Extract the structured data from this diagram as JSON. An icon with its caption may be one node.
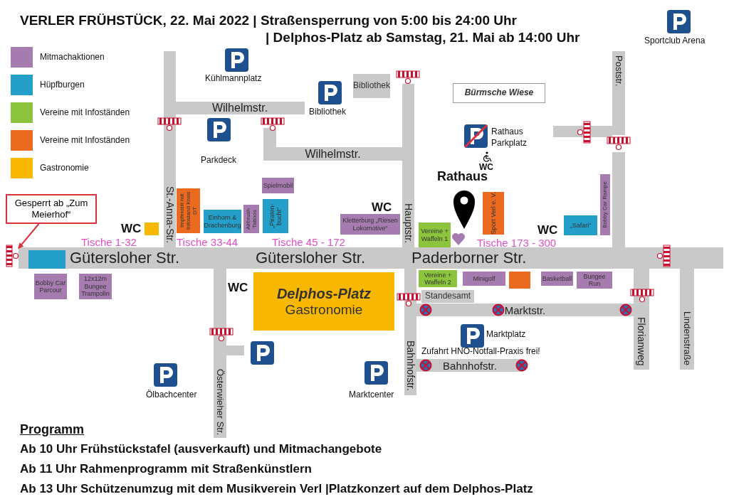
{
  "diagram": {
    "title": "VERLER FRÜHSTÜCK, 22. Mai 2022 | Straßensperrung von 5:00 bis 24:00 Uhr",
    "nodes": [
      {
        "text": [
          "Gesperrt ab „Zum Meierhof“"
        ]
      },
      {
        "text": [],
        "shape": "barrier"
      },
      {
        "text": [
          "Gütersloher Str."
        ]
      },
      {
        "text": [
          "Gütersloher Str."
        ]
      },
      {
        "text": [
          "Paderborner Str."
        ]
      },
      {
        "text": [
          "St.-Anna-Str."
        ]
      },
      {
        "text": [
          "Wilhelmstr."
        ]
      },
      {
        "text": [
          "Wilhelmstr."
        ]
      },
      {
        "text": [
          "Hauptstr."
        ]
      },
      {
        "text": [
          "Poststr."
        ]
      },
      {
        "text": [
          "Österwieher Str."
        ]
      },
      {
        "text": [
          "Bahnhofstr."
        ]
      },
      {
        "text": [
          "Marktstr."
        ]
      },
      {
        "text": [
          "Bahnhofstr."
        ]
      },
      {
        "text": [
          "Florianweg"
        ]
      },
      {
        "text": [
          "Lindenstraße"
        ]
      },
      {
        "text": [
          "Bürmsche Wiese"
        ]
      },
      {
        "text": [
          "Bibliothek"
        ]
      },
      {
        "text": [
          "Standesamt"
        ]
      },
      {
        "text": [
          "Delphos-Platz",
          "Gastronomie"
        ]
      },
      {
        "text": [],
        "shape": "box"
      },
      {
        "text": [
          "Impfmobil mit Infostand Kreis GT"
        ]
      },
      {
        "text": [
          "Einhorn & Drachenburg"
        ]
      },
      {
        "text": [
          "Airbrush Tattoos"
        ]
      },
      {
        "text": [
          "Spielmobil"
        ]
      },
      {
        "text": [
          "„Piraten- bucht“"
        ]
      },
      {
        "text": [
          "Kletterburg „Riesen Lokomotive“"
        ]
      },
      {
        "text": [
          "Vereine + Waffeln 1"
        ]
      },
      {
        "text": [
          "Sport Verl e. V."
        ]
      },
      {
        "text": [
          "„Safari“"
        ]
      },
      {
        "text": [
          "Bobby Car Rampe"
        ]
      },
      {
        "text": [
          "Bobby Car Parcour"
        ]
      },
      {
        "text": [
          "12x12m Bungee Trampolin"
        ]
      },
      {
        "text": [
          "Vereine + Waffeln 2"
        ]
      },
      {
        "text": [
          "Minigolf"
        ]
      },
      {
        "text": [],
        "shape": "box"
      },
      {
        "text": [
          "Basketball"
        ]
      },
      {
        "text": [
          "Bungee Run"
        ]
      },
      {
        "text": [],
        "shape": "box",
        "in": 2
      },
      {
        "text": [],
        "shape": "bar"
      },
      {
        "text": [],
        "shape": "bar"
      },
      {
        "text": [],
        "shape": "bar"
      },
      {
        "text": [],
        "shape": "bar"
      }
    ],
    "edges": [
      {
        "from": 0,
        "to": 1,
        "arrow": "to"
      }
    ],
    "labels": [
      "| Delphos-Platz ab Samstag, 21. Mai ab 14:00 Uhr",
      "Sportclub Arena",
      "Kühlmannplatz",
      "Bibliothek",
      "Parkdeck",
      "Rathaus Parkplatz",
      "WC",
      "Rathaus",
      "WC",
      "WC",
      "Tische 1-32",
      "Tische 33-44",
      "Tische 45 - 172",
      "WC",
      "Tische 173 - 300",
      "WC",
      "Marktplatz",
      "Zufahrt HNO-Notfall-Praxis frei!",
      "Ölbachcenter",
      "Marktcenter",
      "Programm",
      "Ab 10 Uhr Frühstückstafel (ausverkauft) und Mitmachangebote",
      "Ab 11 Uhr Rahmenprogramm mit Straßenkünstlern",
      "Ab 13 Uhr Schützenumzug mit dem Musikverein Verl |Platzkonzert auf dem Delphos-Platz"
    ],
    "legend": [
      {
        "text": "Mitmachaktionen",
        "color": "#a67bb0"
      },
      {
        "text": "Hüpfburgen",
        "color": "#239fc9"
      },
      {
        "text": "Vereine mit Infoständen",
        "color": "#8cc43e"
      },
      {
        "text": "Vereine mit Infoständen",
        "color": "#ea6a1f"
      },
      {
        "text": "Gastronomie",
        "color": "#f8b700"
      }
    ]
  }
}
